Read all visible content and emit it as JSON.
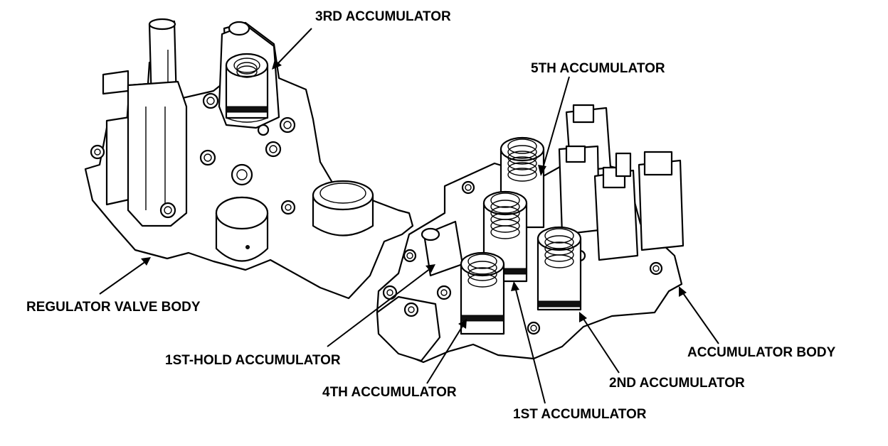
{
  "labels": {
    "third": "3RD ACCUMULATOR",
    "fifth": "5TH ACCUMULATOR",
    "regulator": "REGULATOR VALVE BODY",
    "accum_body": "ACCUMULATOR BODY",
    "first_hold": "1ST-HOLD ACCUMULATOR",
    "second": "2ND ACCUMULATOR",
    "fourth": "4TH ACCUMULATOR",
    "first": "1ST ACCUMULATOR"
  }
}
